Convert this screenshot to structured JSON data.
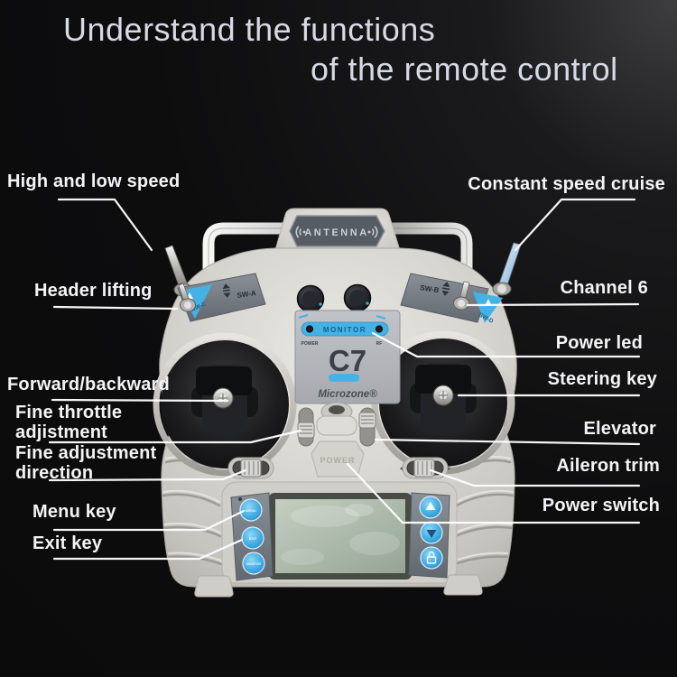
{
  "title": {
    "line1": "Understand the functions",
    "line2": "of the remote control"
  },
  "annotations": {
    "left": [
      {
        "id": "high-low-speed",
        "lines": [
          "High and low speed"
        ]
      },
      {
        "id": "header-lifting",
        "lines": [
          "Header lifting"
        ]
      },
      {
        "id": "forward-backward",
        "lines": [
          "Forward/backward"
        ]
      },
      {
        "id": "fine-throttle",
        "lines": [
          "Fine throttle",
          "adjistment"
        ]
      },
      {
        "id": "fine-direction",
        "lines": [
          "Fine adjustment",
          "direction"
        ]
      },
      {
        "id": "menu-key",
        "lines": [
          "Menu key"
        ]
      },
      {
        "id": "exit-key",
        "lines": [
          "Exit key"
        ]
      }
    ],
    "right": [
      {
        "id": "constant-speed-cruise",
        "lines": [
          "Constant speed cruise"
        ]
      },
      {
        "id": "channel-6",
        "lines": [
          "Channel 6"
        ]
      },
      {
        "id": "power-led",
        "lines": [
          "Power led"
        ]
      },
      {
        "id": "steering-key",
        "lines": [
          "Steering key"
        ]
      },
      {
        "id": "elevator",
        "lines": [
          "Elevator"
        ]
      },
      {
        "id": "aileron-trim",
        "lines": [
          "Aileron trim"
        ]
      },
      {
        "id": "power-switch",
        "lines": [
          "Power switch"
        ]
      }
    ]
  },
  "device": {
    "antenna_label": "ANTENNA",
    "model": "C7",
    "brand": "Microzone®",
    "monitor_label": "MONITOR",
    "power_emboss_label": "POWER",
    "led_labels": {
      "power": "POWER",
      "rf": "RF"
    },
    "switch_labels": {
      "sw_a": "SW-A",
      "sw_b": "SW-B",
      "sw_c": "SW-C",
      "sw_d": "SW-D"
    },
    "left_buttons": [
      "MENU",
      "EXIT",
      "MONITOR"
    ],
    "right_button_icons": [
      "triangle-up",
      "triangle-down",
      "lock"
    ]
  },
  "colors": {
    "background": "#0d0d0e",
    "title_text": "#d8d9e4",
    "label_text": "#f4f4f6",
    "connector_line": "#ffffff",
    "body_gray": "#d6d4ce",
    "panel_slate": "#747a82",
    "accent_blue": "#45b2e6",
    "lcd_green": "#aab8aa"
  }
}
